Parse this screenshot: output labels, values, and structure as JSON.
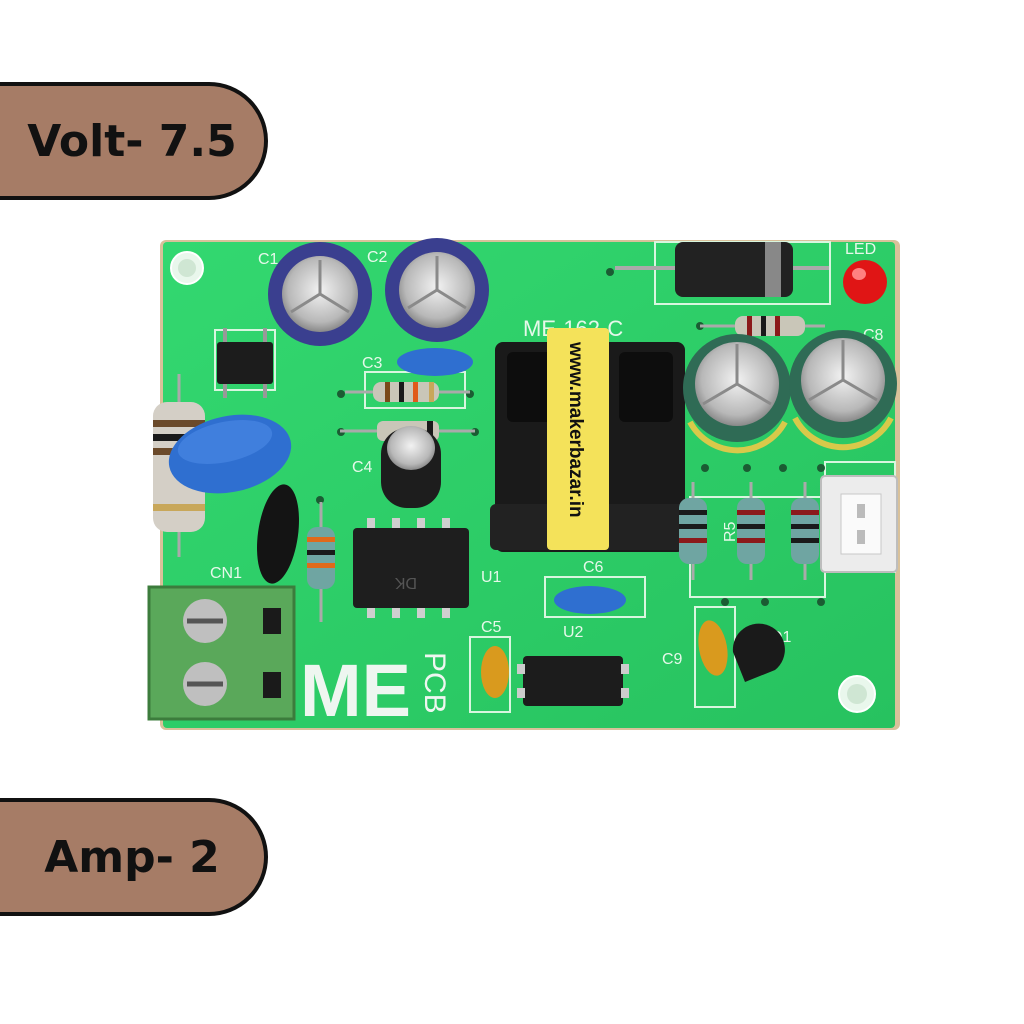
{
  "badges": {
    "volt": "Volt- 7.5",
    "amp": "Amp- 2"
  },
  "board": {
    "model": "ME-162-C",
    "url": "www.makerbazar.in",
    "brand_logo": "ME",
    "brand_suffix": "PCB",
    "chip_mark": "DK",
    "silkscreen": {
      "c1": "C1",
      "c2": "C2",
      "c3": "C3",
      "c4": "C4",
      "c5": "C5",
      "c6": "C6",
      "c8": "C8",
      "c9": "C9",
      "cn1": "CN1",
      "u1": "U1",
      "u2": "U2",
      "q1": "Q1",
      "r5": "R5",
      "led": "LED"
    }
  },
  "colors": {
    "badge_fill": "#a67c66",
    "badge_border": "#111111",
    "pcb_green": "#2fd36a",
    "terminal_green": "#5aa85a",
    "capacitor_blue": "#3a3f8f",
    "capacitor_teal": "#2f6b55",
    "varistor_blue": "#2f6fd0",
    "transformer_core": "#1a1a1a",
    "transformer_label": "#f4e25a",
    "led_red": "#e01515"
  }
}
